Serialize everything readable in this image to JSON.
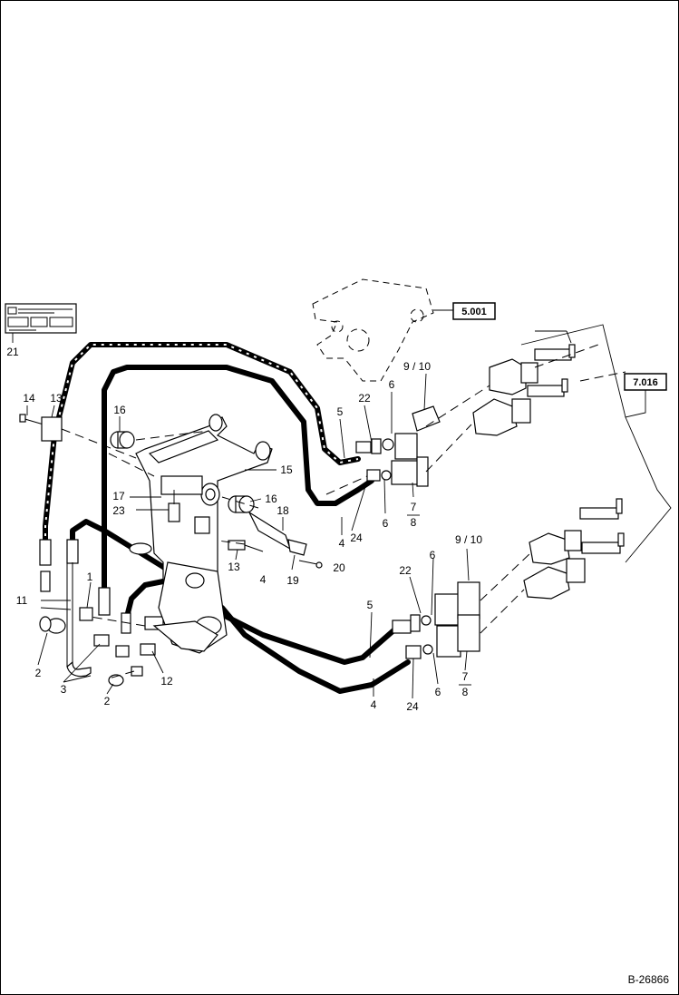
{
  "drawing": {
    "document_number": "B-26866",
    "callouts": [
      {
        "id": "c21",
        "text": "21"
      },
      {
        "id": "c14",
        "text": "14"
      },
      {
        "id": "c13a",
        "text": "13"
      },
      {
        "id": "c16a",
        "text": "16"
      },
      {
        "id": "c15",
        "text": "15"
      },
      {
        "id": "c17",
        "text": "17"
      },
      {
        "id": "c23",
        "text": "23"
      },
      {
        "id": "c16b",
        "text": "16"
      },
      {
        "id": "c18",
        "text": "18"
      },
      {
        "id": "c13b",
        "text": "13"
      },
      {
        "id": "c4a",
        "text": "4"
      },
      {
        "id": "c19",
        "text": "19"
      },
      {
        "id": "c20",
        "text": "20"
      },
      {
        "id": "c5a",
        "text": "5"
      },
      {
        "id": "c22a",
        "text": "22"
      },
      {
        "id": "c6a",
        "text": "6"
      },
      {
        "id": "c910a",
        "text": "9 / 10"
      },
      {
        "id": "c24a",
        "text": "24"
      },
      {
        "id": "c6b",
        "text": "6"
      },
      {
        "id": "c78a",
        "text": "7"
      },
      {
        "id": "c8a",
        "text": "8"
      },
      {
        "id": "c4b",
        "text": "4"
      },
      {
        "id": "c11",
        "text": "11"
      },
      {
        "id": "c1",
        "text": "1"
      },
      {
        "id": "c2a",
        "text": "2"
      },
      {
        "id": "c3",
        "text": "3"
      },
      {
        "id": "c2b",
        "text": "2"
      },
      {
        "id": "c12",
        "text": "12"
      },
      {
        "id": "c22b",
        "text": "22"
      },
      {
        "id": "c6c",
        "text": "6"
      },
      {
        "id": "c910b",
        "text": "9 / 10"
      },
      {
        "id": "c5b",
        "text": "5"
      },
      {
        "id": "c4c",
        "text": "4"
      },
      {
        "id": "c24b",
        "text": "24"
      },
      {
        "id": "c6d",
        "text": "6"
      },
      {
        "id": "c78b",
        "text": "7"
      },
      {
        "id": "c8b",
        "text": "8"
      }
    ],
    "references": [
      {
        "id": "r5001",
        "text": "5.001"
      },
      {
        "id": "r7016",
        "text": "7.016"
      }
    ]
  }
}
